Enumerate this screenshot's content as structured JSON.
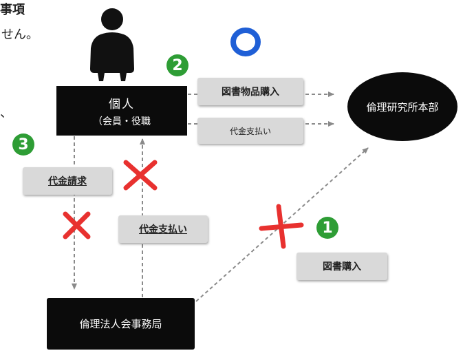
{
  "fragments": {
    "top_right": "事項",
    "left_mid": "せん。",
    "left_comma": "、"
  },
  "nodes": {
    "individual_title": "個人",
    "individual_sub": "（会員・役職",
    "headquarters": "倫理研究所本部",
    "corporate": "倫理法人会事務局"
  },
  "labels": {
    "book_goods_purchase": "図書物品購入",
    "payment_top": "代金支払い",
    "billing": "代金請求",
    "payment_mid": "代金支払い",
    "book_purchase": "図書購入"
  },
  "badges": {
    "one": "1",
    "two": "2",
    "three": "3"
  },
  "colors": {
    "badge_green": "#2e9d35",
    "circle_blue": "#1f5fd6",
    "cross_red": "#e8312f",
    "box_black": "#0b0b0b",
    "label_grey": "#d9d9d9"
  },
  "marks": {
    "approved": "blue-circle",
    "rejected": "red-cross"
  }
}
